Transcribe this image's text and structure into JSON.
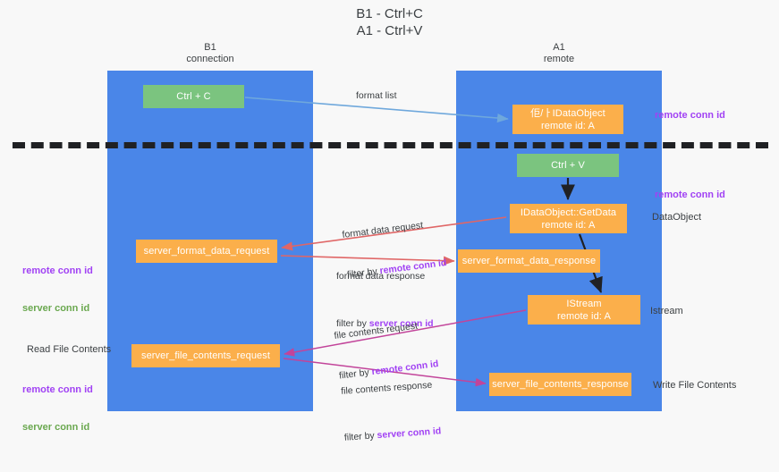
{
  "title": "B1 - Ctrl+C\nA1 - Ctrl+V",
  "columns": {
    "left": {
      "name": "B1",
      "role": "connection",
      "label": "B1\nconnection"
    },
    "right": {
      "name": "A1",
      "role": "remote",
      "label": "A1\nremote"
    }
  },
  "colors": {
    "lane": "#4a86e8",
    "green_box": "#7bc47f",
    "orange_box": "#fbaf4b",
    "purple_text": "#a142f4",
    "green_text": "#6aa84f",
    "arrow_blue": "#6fa8dc",
    "arrow_red": "#e06666",
    "arrow_magenta": "#c2449a",
    "arrow_black": "#202124",
    "divider": "#202124",
    "background": "#f8f8f8"
  },
  "boxes": {
    "ctrl_c": "Ctrl + C",
    "idataobject": "佢/ㅏIDataObject\nremote id: A",
    "ctrl_v": "Ctrl + V",
    "getdata": "IDataObject::GetData\nremote id: A",
    "server_format_data_request": "server_format_data_request",
    "server_format_data_response": "server_format_data_response",
    "istream": "IStream\nremote id: A",
    "server_file_contents_request": "server_file_contents_request",
    "server_file_contents_response": "server_file_contents_response"
  },
  "middle_labels": {
    "format_list": "format list",
    "format_data_request": {
      "line1": "format data request",
      "line2_prefix": "filter by ",
      "line2_key": "remote conn id"
    },
    "format_data_response": {
      "line1": "format data response",
      "line2_prefix": "filter by ",
      "line2_key": "server conn id"
    },
    "file_contents_request": {
      "line1": "file contents request",
      "line2_prefix": "filter by ",
      "line2_key": "remote conn id"
    },
    "file_contents_response": {
      "line1": "file contents response",
      "line2_prefix": "filter by ",
      "line2_key": "server conn id"
    }
  },
  "right_annotations": {
    "remote_conn_id_top": "remote conn id",
    "remote_conn_id_mid": "remote conn id",
    "dataobject": "DataObject",
    "istream": "Istream",
    "write_file_contents": "Write File Contents"
  },
  "left_annotations": {
    "legend_top": {
      "line1": "remote conn id",
      "line2": "server conn id"
    },
    "read_file_contents": "Read File Contents",
    "legend_bottom": {
      "line1": "remote conn id",
      "line2": "server conn id"
    }
  }
}
